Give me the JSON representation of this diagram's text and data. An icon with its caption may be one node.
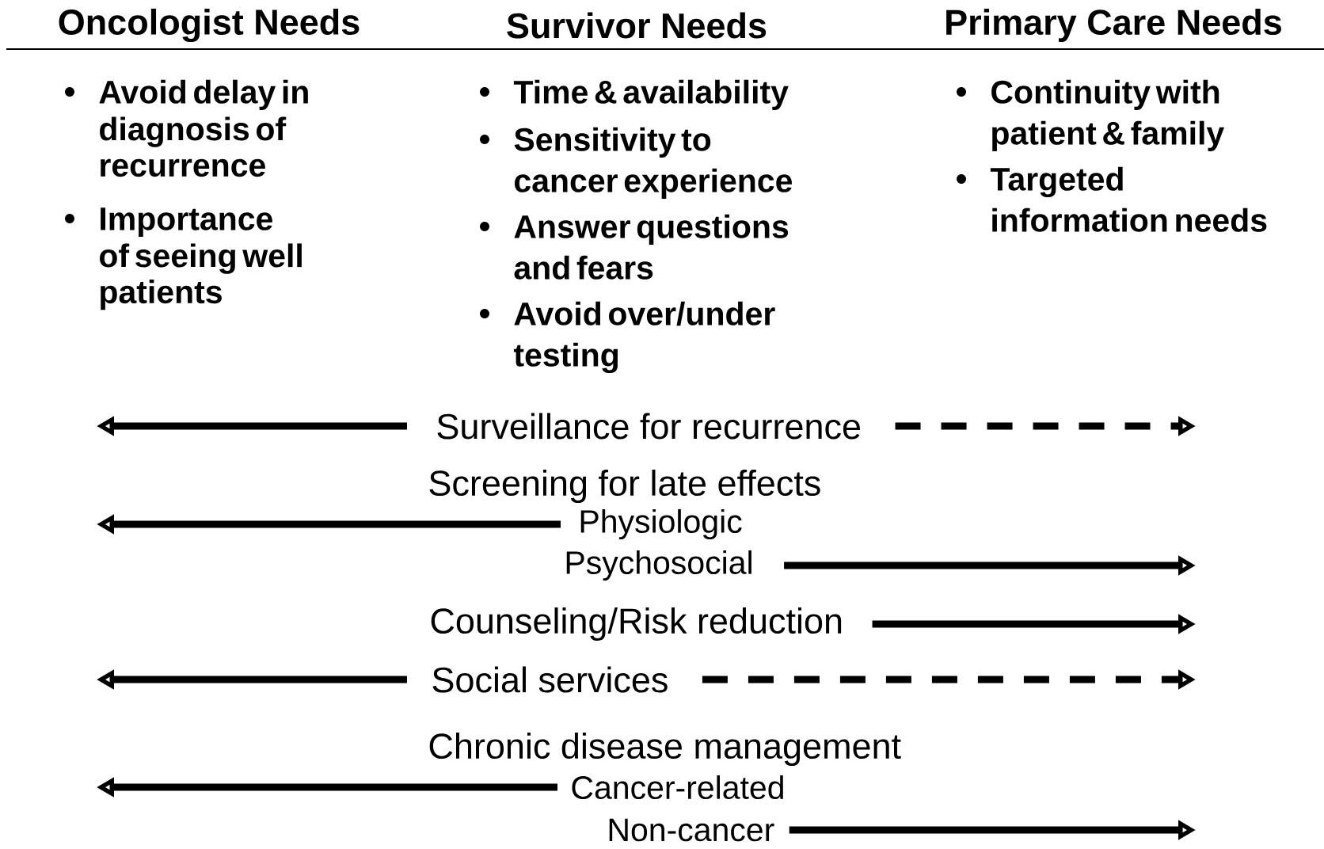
{
  "diagram": {
    "nodes": [
      {
        "text": [
          "Surveillance for recurrence"
        ]
      },
      {
        "text": [
          "Physiologic"
        ]
      },
      {
        "text": [
          "Psychosocial"
        ]
      },
      {
        "text": [
          "Counseling/Risk reduction"
        ]
      },
      {
        "text": [
          "Social services"
        ]
      },
      {
        "text": [
          "Cancer-related"
        ]
      },
      {
        "text": [
          "Non-cancer"
        ]
      }
    ],
    "edges": [
      {
        "from": 0,
        "to": null,
        "arrow": "to"
      },
      {
        "from": 0,
        "to": null,
        "arrow": "to",
        "style": "dashed"
      },
      {
        "from": 1,
        "to": null,
        "arrow": "to"
      },
      {
        "from": 2,
        "to": null,
        "arrow": "to"
      },
      {
        "from": 3,
        "to": null,
        "arrow": "to"
      },
      {
        "from": 4,
        "to": null,
        "arrow": "to"
      },
      {
        "from": 4,
        "to": null,
        "arrow": "to",
        "style": "dashed"
      },
      {
        "from": 5,
        "to": null,
        "arrow": "to"
      },
      {
        "from": 6,
        "to": null,
        "arrow": "to"
      }
    ],
    "labels": [
      "Oncologist Needs",
      "Survivor Needs",
      "Primary Care Needs",
      "Avoid delay in diagnosis of recurrence",
      "Importance of seeing well patients",
      "Time & availability",
      "Sensitivity to cancer experience",
      "Answer questions and fears",
      "Avoid over/under testing",
      "Continuity with patient & family",
      "Targeted information needs",
      "Screening for late effects",
      "Chronic disease management"
    ]
  }
}
